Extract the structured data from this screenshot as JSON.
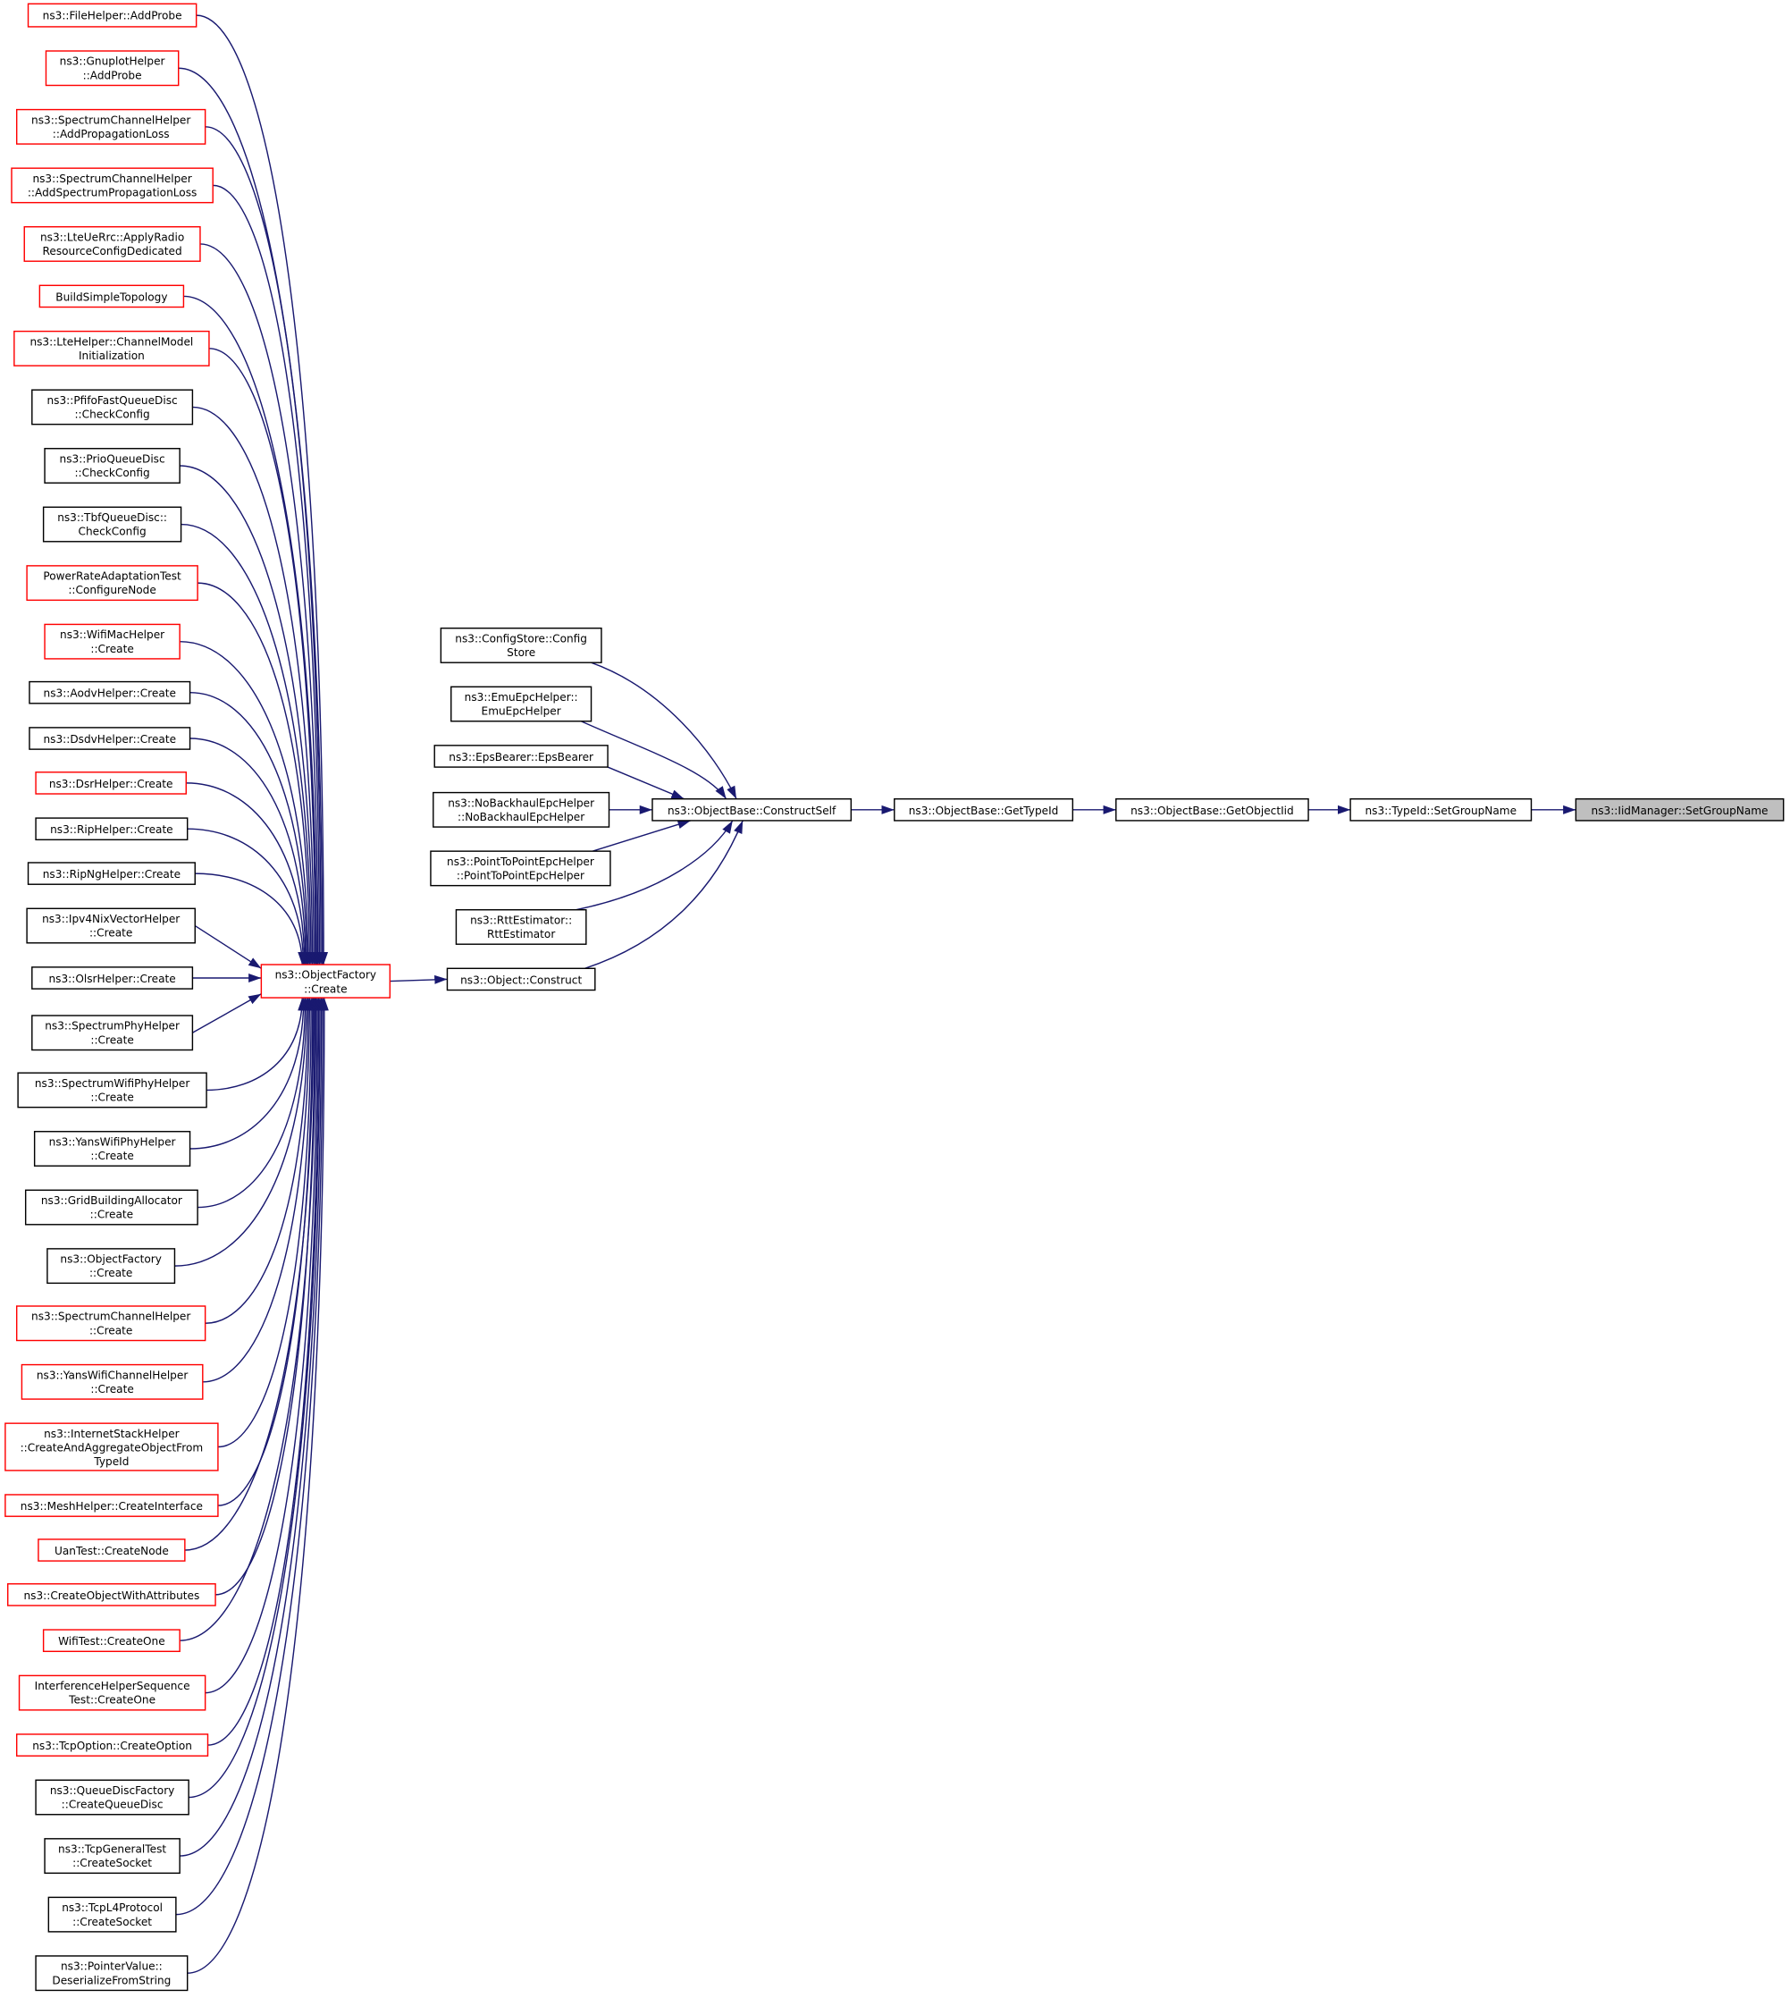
{
  "graph": {
    "type": "caller-graph",
    "colors": {
      "edge": "#191970",
      "red_border": "#ff0000",
      "black_border": "#000000",
      "highlight_fill": "#bfbfbf"
    },
    "nodes": [
      {
        "id": "n0",
        "lines": [
          "ns3::FileHelper::AddProbe"
        ],
        "border": "red"
      },
      {
        "id": "n1",
        "lines": [
          "ns3::GnuplotHelper",
          "::AddProbe"
        ],
        "border": "red"
      },
      {
        "id": "n2",
        "lines": [
          "ns3::SpectrumChannelHelper",
          "::AddPropagationLoss"
        ],
        "border": "red"
      },
      {
        "id": "n3",
        "lines": [
          "ns3::SpectrumChannelHelper",
          "::AddSpectrumPropagationLoss"
        ],
        "border": "red"
      },
      {
        "id": "n4",
        "lines": [
          "ns3::LteUeRrc::ApplyRadio",
          "ResourceConfigDedicated"
        ],
        "border": "red"
      },
      {
        "id": "n5",
        "lines": [
          "BuildSimpleTopology"
        ],
        "border": "red"
      },
      {
        "id": "n6",
        "lines": [
          "ns3::LteHelper::ChannelModel",
          "Initialization"
        ],
        "border": "red"
      },
      {
        "id": "n7",
        "lines": [
          "ns3::PfifoFastQueueDisc",
          "::CheckConfig"
        ],
        "border": "black"
      },
      {
        "id": "n8",
        "lines": [
          "ns3::PrioQueueDisc",
          "::CheckConfig"
        ],
        "border": "black"
      },
      {
        "id": "n9",
        "lines": [
          "ns3::TbfQueueDisc::",
          "CheckConfig"
        ],
        "border": "black"
      },
      {
        "id": "n10",
        "lines": [
          "PowerRateAdaptationTest",
          "::ConfigureNode"
        ],
        "border": "red"
      },
      {
        "id": "n11",
        "lines": [
          "ns3::WifiMacHelper",
          "::Create"
        ],
        "border": "red"
      },
      {
        "id": "n12",
        "lines": [
          "ns3::AodvHelper::Create"
        ],
        "border": "black"
      },
      {
        "id": "n13",
        "lines": [
          "ns3::DsdvHelper::Create"
        ],
        "border": "black"
      },
      {
        "id": "n14",
        "lines": [
          "ns3::DsrHelper::Create"
        ],
        "border": "red"
      },
      {
        "id": "n15",
        "lines": [
          "ns3::RipHelper::Create"
        ],
        "border": "black"
      },
      {
        "id": "n16",
        "lines": [
          "ns3::RipNgHelper::Create"
        ],
        "border": "black"
      },
      {
        "id": "n17",
        "lines": [
          "ns3::Ipv4NixVectorHelper",
          "::Create"
        ],
        "border": "black"
      },
      {
        "id": "n18",
        "lines": [
          "ns3::OlsrHelper::Create"
        ],
        "border": "black"
      },
      {
        "id": "n19",
        "lines": [
          "ns3::SpectrumPhyHelper",
          "::Create"
        ],
        "border": "black"
      },
      {
        "id": "n20",
        "lines": [
          "ns3::SpectrumWifiPhyHelper",
          "::Create"
        ],
        "border": "black"
      },
      {
        "id": "n21",
        "lines": [
          "ns3::YansWifiPhyHelper",
          "::Create"
        ],
        "border": "black"
      },
      {
        "id": "n22",
        "lines": [
          "ns3::GridBuildingAllocator",
          "::Create"
        ],
        "border": "black"
      },
      {
        "id": "n23",
        "lines": [
          "ns3::ObjectFactory",
          "::Create"
        ],
        "border": "black"
      },
      {
        "id": "n24",
        "lines": [
          "ns3::SpectrumChannelHelper",
          "::Create"
        ],
        "border": "red"
      },
      {
        "id": "n25",
        "lines": [
          "ns3::YansWifiChannelHelper",
          "::Create"
        ],
        "border": "red"
      },
      {
        "id": "n26",
        "lines": [
          "ns3::InternetStackHelper",
          "::CreateAndAggregateObjectFrom",
          "TypeId"
        ],
        "border": "red"
      },
      {
        "id": "n27",
        "lines": [
          "ns3::MeshHelper::CreateInterface"
        ],
        "border": "red"
      },
      {
        "id": "n28",
        "lines": [
          "UanTest::CreateNode"
        ],
        "border": "red"
      },
      {
        "id": "n29",
        "lines": [
          "ns3::CreateObjectWithAttributes"
        ],
        "border": "red"
      },
      {
        "id": "n30",
        "lines": [
          "WifiTest::CreateOne"
        ],
        "border": "red"
      },
      {
        "id": "n31",
        "lines": [
          "InterferenceHelperSequence",
          "Test::CreateOne"
        ],
        "border": "red"
      },
      {
        "id": "n32",
        "lines": [
          "ns3::TcpOption::CreateOption"
        ],
        "border": "red"
      },
      {
        "id": "n33",
        "lines": [
          "ns3::QueueDiscFactory",
          "::CreateQueueDisc"
        ],
        "border": "black"
      },
      {
        "id": "n34",
        "lines": [
          "ns3::TcpGeneralTest",
          "::CreateSocket"
        ],
        "border": "black"
      },
      {
        "id": "n35",
        "lines": [
          "ns3::TcpL4Protocol",
          "::CreateSocket"
        ],
        "border": "black"
      },
      {
        "id": "n36",
        "lines": [
          "ns3::PointerValue::",
          "DeserializeFromString"
        ],
        "border": "black"
      },
      {
        "id": "of",
        "lines": [
          "ns3::ObjectFactory",
          "::Create"
        ],
        "border": "red"
      },
      {
        "id": "cs",
        "lines": [
          "ns3::ConfigStore::Config",
          "Store"
        ],
        "border": "black"
      },
      {
        "id": "emu",
        "lines": [
          "ns3::EmuEpcHelper::",
          "EmuEpcHelper"
        ],
        "border": "black"
      },
      {
        "id": "eps",
        "lines": [
          "ns3::EpsBearer::EpsBearer"
        ],
        "border": "black"
      },
      {
        "id": "nob",
        "lines": [
          "ns3::NoBackhaulEpcHelper",
          "::NoBackhaulEpcHelper"
        ],
        "border": "black"
      },
      {
        "id": "p2p",
        "lines": [
          "ns3::PointToPointEpcHelper",
          "::PointToPointEpcHelper"
        ],
        "border": "black"
      },
      {
        "id": "rtt",
        "lines": [
          "ns3::RttEstimator::",
          "RttEstimator"
        ],
        "border": "black"
      },
      {
        "id": "oc",
        "lines": [
          "ns3::Object::Construct"
        ],
        "border": "black"
      },
      {
        "id": "ocs",
        "lines": [
          "ns3::ObjectBase::ConstructSelf"
        ],
        "border": "black"
      },
      {
        "id": "gti",
        "lines": [
          "ns3::ObjectBase::GetTypeId"
        ],
        "border": "black"
      },
      {
        "id": "goi",
        "lines": [
          "ns3::ObjectBase::GetObjectIid"
        ],
        "border": "black"
      },
      {
        "id": "tsg",
        "lines": [
          "ns3::TypeId::SetGroupName"
        ],
        "border": "black"
      },
      {
        "id": "isg",
        "lines": [
          "ns3::IidManager::SetGroupName"
        ],
        "border": "black",
        "highlighted": true
      }
    ],
    "edges": [
      [
        "n0",
        "of"
      ],
      [
        "n1",
        "of"
      ],
      [
        "n2",
        "of"
      ],
      [
        "n3",
        "of"
      ],
      [
        "n4",
        "of"
      ],
      [
        "n5",
        "of"
      ],
      [
        "n6",
        "of"
      ],
      [
        "n7",
        "of"
      ],
      [
        "n8",
        "of"
      ],
      [
        "n9",
        "of"
      ],
      [
        "n10",
        "of"
      ],
      [
        "n11",
        "of"
      ],
      [
        "n12",
        "of"
      ],
      [
        "n13",
        "of"
      ],
      [
        "n14",
        "of"
      ],
      [
        "n15",
        "of"
      ],
      [
        "n16",
        "of"
      ],
      [
        "n17",
        "of"
      ],
      [
        "n18",
        "of"
      ],
      [
        "n19",
        "of"
      ],
      [
        "n20",
        "of"
      ],
      [
        "n21",
        "of"
      ],
      [
        "n22",
        "of"
      ],
      [
        "n23",
        "of"
      ],
      [
        "n24",
        "of"
      ],
      [
        "n25",
        "of"
      ],
      [
        "n26",
        "of"
      ],
      [
        "n27",
        "of"
      ],
      [
        "n28",
        "of"
      ],
      [
        "n29",
        "of"
      ],
      [
        "n30",
        "of"
      ],
      [
        "n31",
        "of"
      ],
      [
        "n32",
        "of"
      ],
      [
        "n33",
        "of"
      ],
      [
        "n34",
        "of"
      ],
      [
        "n35",
        "of"
      ],
      [
        "n36",
        "of"
      ],
      [
        "of",
        "oc"
      ],
      [
        "cs",
        "ocs"
      ],
      [
        "emu",
        "ocs"
      ],
      [
        "eps",
        "ocs"
      ],
      [
        "nob",
        "ocs"
      ],
      [
        "p2p",
        "ocs"
      ],
      [
        "rtt",
        "ocs"
      ],
      [
        "oc",
        "ocs"
      ],
      [
        "ocs",
        "gti"
      ],
      [
        "gti",
        "goi"
      ],
      [
        "goi",
        "tsg"
      ],
      [
        "tsg",
        "isg"
      ]
    ]
  }
}
